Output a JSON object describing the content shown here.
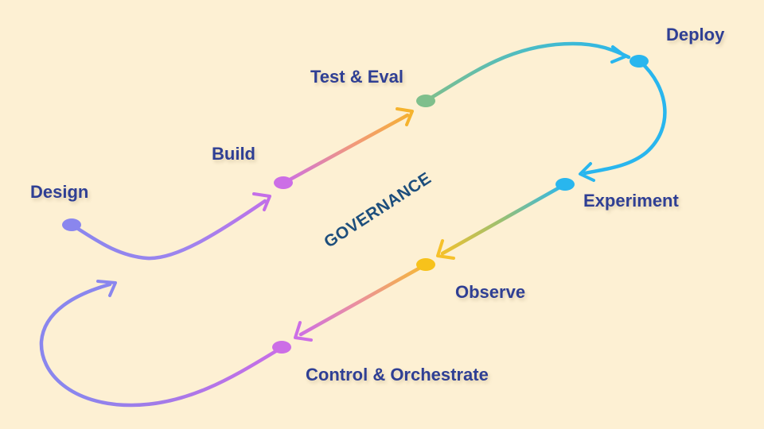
{
  "diagram": {
    "center_label": "GOVERNANCE",
    "stages": [
      {
        "id": "design",
        "label": "Design"
      },
      {
        "id": "build",
        "label": "Build"
      },
      {
        "id": "test",
        "label": "Test & Eval"
      },
      {
        "id": "deploy",
        "label": "Deploy"
      },
      {
        "id": "experiment",
        "label": "Experiment"
      },
      {
        "id": "observe",
        "label": "Observe"
      },
      {
        "id": "control",
        "label": "Control & Orchestrate"
      }
    ]
  },
  "colors": {
    "background": "#fdf0d3",
    "label_text": "#2f3f94",
    "governance_text": "#1d4e7c",
    "violet": "#8a86ee",
    "magenta": "#cc6ee6",
    "orange": "#f5b23c",
    "green": "#7fbf8c",
    "sky": "#29b6ee",
    "amber": "#f7c21b"
  }
}
